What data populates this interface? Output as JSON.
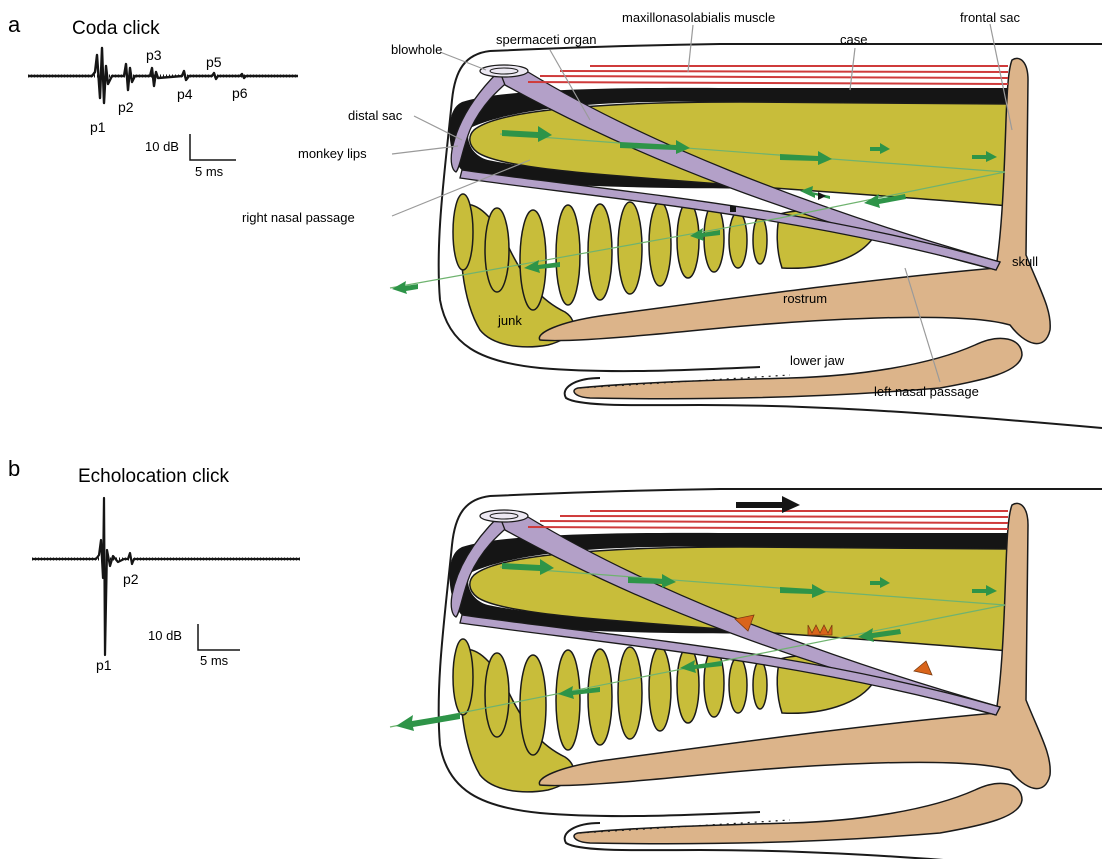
{
  "colors": {
    "tissue": "#c8bd3a",
    "bone": "#dcb48a",
    "nasal": "#b3a0c8",
    "case_wall": "#151515",
    "muscle": "#cf3b3b",
    "arrow": "#2e9448",
    "ray": "#6fb36f",
    "outline": "#1a1a1a",
    "pointer": "#9a9a9a",
    "pulse": "#d9641a"
  },
  "panel_a": {
    "letter": "a",
    "title": "Coda click",
    "pulses": [
      "p1",
      "p2",
      "p3",
      "p4",
      "p5",
      "p6"
    ],
    "scale_db": "10 dB",
    "scale_ms": "5 ms",
    "labels": {
      "blowhole": "blowhole",
      "spermaceti": "spermaceti organ",
      "muscle": "maxillonasolabialis muscle",
      "case": "case",
      "frontal_sac": "frontal sac",
      "distal_sac": "distal sac",
      "monkey_lips": "monkey lips",
      "right_nasal": "right nasal passage",
      "skull": "skull",
      "rostrum": "rostrum",
      "junk": "junk",
      "lower_jaw": "lower jaw",
      "left_nasal": "left nasal passage"
    }
  },
  "panel_b": {
    "letter": "b",
    "title": "Echolocation click",
    "pulses": [
      "p1",
      "p2"
    ],
    "scale_db": "10 dB",
    "scale_ms": "5 ms"
  }
}
